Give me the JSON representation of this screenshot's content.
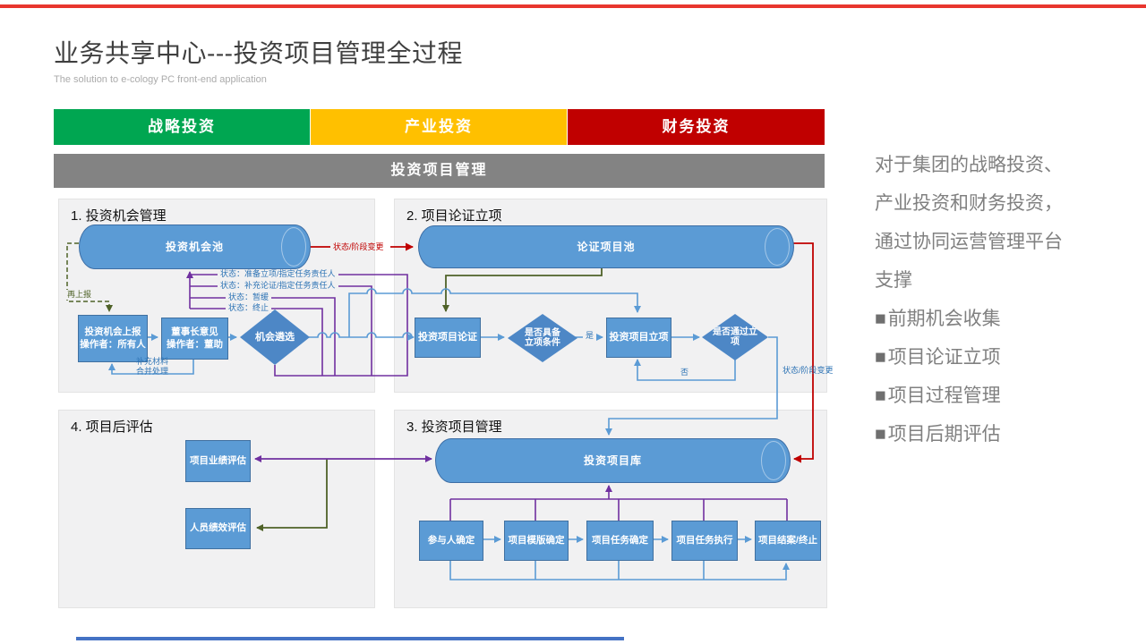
{
  "slide": {
    "title": "业务共享中心---投资项目管理全过程",
    "subtitle": "The solution to e-cology PC front-end application"
  },
  "category_bars": [
    {
      "label": "战略投资",
      "color": "#00A651"
    },
    {
      "label": "产业投资",
      "color": "#FFC000"
    },
    {
      "label": "财务投资",
      "color": "#C00000"
    }
  ],
  "banner": {
    "label": "投资项目管理"
  },
  "panel1": {
    "title": "1. 投资机会管理",
    "pool": "投资机会池",
    "report_box": "投资机会上报\n操作者：所有人",
    "chairman_box": "董事长意见\n操作者：董助",
    "screen_diamond": "机会遴选",
    "resubmit_label": "再上报",
    "supplement_label": "补充材料\n合并处理",
    "status_labels": [
      "状态：准备立项/指定任务责任人",
      "状态：补充论证/指定任务责任人",
      "状态：暂缓",
      "状态：终止"
    ]
  },
  "panel2": {
    "title": "2. 项目论证立项",
    "pool": "论证项目池",
    "verify_box": "投资项目论证",
    "condition_diamond": "是否具备\n立项条件",
    "yes_label": "是",
    "approve_box": "投资项目立项",
    "pass_diamond": "是否通过立\n项",
    "no_label": "否"
  },
  "panel3": {
    "title": "3. 投资项目管理",
    "pool": "投资项目库",
    "steps": [
      "参与人确定",
      "项目模版确定",
      "项目任务确定",
      "项目任务执行",
      "项目结案/终止"
    ]
  },
  "panel4": {
    "title": "4. 项目后评估",
    "performance_box": "项目业绩评估",
    "staff_box": "人员绩效评估"
  },
  "connectors": {
    "status_change_top": "状态/阶段变更",
    "status_change_right": "状态/阶段变更"
  },
  "sidebar": {
    "paragraph": [
      "对于集团的战略投资、",
      "产业投资和财务投资，",
      "通过协同运营管理平台",
      "支撑"
    ],
    "bullet_glyph": "■",
    "bullets": [
      "前期机会收集",
      "项目论证立项",
      "项目过程管理",
      "项目后期评估"
    ]
  },
  "colors": {
    "node_blue": "#5B9BD5",
    "diamond_blue": "#4D87C6",
    "connector_blue": "#5B9BD5",
    "connector_purple": "#7030A0",
    "connector_olive": "#4F6228",
    "connector_red": "#C00000",
    "banner_gray": "#838383",
    "panel_bg": "#F1F1F2"
  }
}
